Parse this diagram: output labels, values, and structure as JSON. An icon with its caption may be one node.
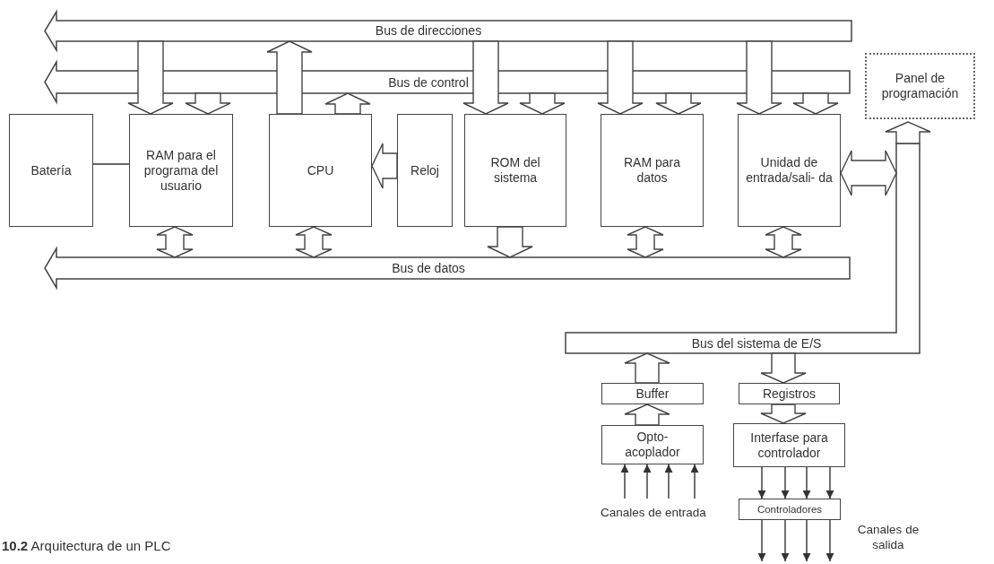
{
  "diagram": {
    "caption": "**10.2** Arquitectura de un PLC",
    "nodes": [
      {
        "text": [
          "Bus de direcciones"
        ]
      },
      {
        "text": [
          "Bus de control"
        ]
      },
      {
        "text": [
          "Batería"
        ]
      },
      {
        "text": [
          "RAM para el programa del usuario"
        ]
      },
      {
        "text": [
          "CPU"
        ]
      },
      {
        "text": [
          "Reloj"
        ]
      },
      {
        "text": [
          "ROM del sistema"
        ]
      },
      {
        "text": [
          "RAM para datos"
        ]
      },
      {
        "text": [
          "Unidad de entrada/sali- da"
        ]
      },
      {
        "text": [
          "Panel de programación"
        ]
      },
      {
        "text": [
          "Bus de datos"
        ]
      },
      {
        "text": [
          "Bus del sistema de E/S"
        ]
      },
      {
        "text": [
          "Buffer"
        ]
      },
      {
        "text": [
          "Registros"
        ]
      },
      {
        "text": [
          "Opto- acoplador"
        ]
      },
      {
        "text": [
          "Interfase para controlador"
        ]
      },
      {
        "text": [
          "Controladores"
        ]
      }
    ],
    "edges": [
      {
        "from": 0,
        "to": 3,
        "arrow": "to"
      },
      {
        "from": 1,
        "to": 3,
        "arrow": "to"
      },
      {
        "from": 4,
        "to": 0,
        "arrow": "to"
      },
      {
        "from": 4,
        "to": 1,
        "arrow": "to"
      },
      {
        "from": 5,
        "to": 4,
        "arrow": "to"
      },
      {
        "from": 2,
        "to": 3,
        "arrow": "none"
      },
      {
        "from": 0,
        "to": 6,
        "arrow": "to"
      },
      {
        "from": 1,
        "to": 6,
        "arrow": "to"
      },
      {
        "from": 0,
        "to": 7,
        "arrow": "to"
      },
      {
        "from": 1,
        "to": 7,
        "arrow": "to"
      },
      {
        "from": 0,
        "to": 8,
        "arrow": "to"
      },
      {
        "from": 1,
        "to": 8,
        "arrow": "to"
      },
      {
        "from": 3,
        "to": 10,
        "arrow": "both"
      },
      {
        "from": 4,
        "to": 10,
        "arrow": "both"
      },
      {
        "from": 6,
        "to": 10,
        "arrow": "to"
      },
      {
        "from": 7,
        "to": 10,
        "arrow": "both"
      },
      {
        "from": 8,
        "to": 10,
        "arrow": "both"
      },
      {
        "from": 8,
        "to": 11,
        "arrow": "both"
      },
      {
        "from": 11,
        "to": 9,
        "arrow": "to"
      },
      {
        "from": 12,
        "to": 11,
        "arrow": "to"
      },
      {
        "from": 11,
        "to": 13,
        "arrow": "to"
      },
      {
        "from": 14,
        "to": 12,
        "arrow": "to"
      },
      {
        "from": 13,
        "to": 15,
        "arrow": "to"
      },
      {
        "from": 15,
        "to": 16,
        "arrow": "to"
      },
      {
        "from": 15,
        "to": 16,
        "arrow": "to"
      },
      {
        "from": 15,
        "to": 16,
        "arrow": "to"
      },
      {
        "from": 15,
        "to": 16,
        "arrow": "to"
      },
      {
        "from": null,
        "to": 14,
        "arrow": "to"
      },
      {
        "from": null,
        "to": 14,
        "arrow": "to"
      },
      {
        "from": null,
        "to": 14,
        "arrow": "to"
      },
      {
        "from": null,
        "to": 14,
        "arrow": "to"
      },
      {
        "from": 16,
        "to": null,
        "arrow": "to"
      },
      {
        "from": 16,
        "to": null,
        "arrow": "to"
      },
      {
        "from": 16,
        "to": null,
        "arrow": "to"
      },
      {
        "from": 16,
        "to": null,
        "arrow": "to"
      }
    ],
    "labels": [
      "Canales de entrada",
      "Canales de salida"
    ]
  }
}
